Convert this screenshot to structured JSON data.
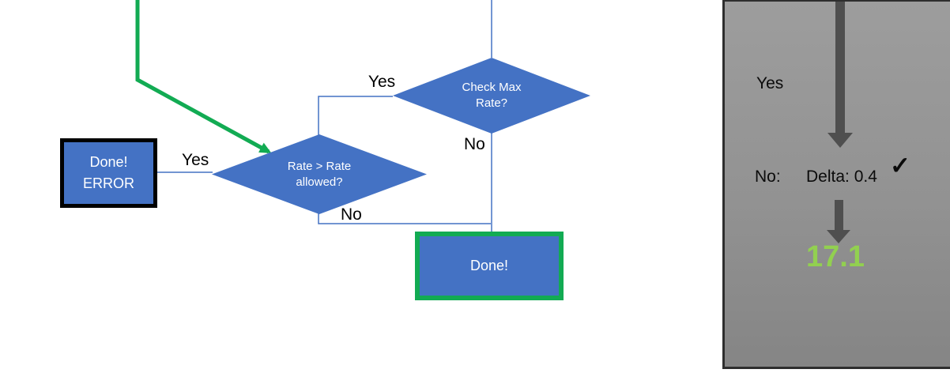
{
  "flowchart": {
    "check_max": {
      "label": "Check Max Rate?",
      "yes": "Yes",
      "no": "No"
    },
    "rate_allowed": {
      "label": "Rate > Rate allowed?",
      "yes": "Yes",
      "no": "No"
    },
    "done_error": {
      "line1": "Done!",
      "line2": "ERROR"
    },
    "done": {
      "label": "Done!"
    }
  },
  "side_panel": {
    "yes_label": "Yes",
    "no_label": "No:",
    "delta_text": "Delta: 0.4",
    "check_glyph": "✓",
    "result_value": "17.1"
  },
  "icons": {
    "green_flow_arrow": "arrow-down-right",
    "panel_arrows": "arrow-down",
    "check": "checkmark"
  },
  "colors": {
    "shape_blue": "#4472C4",
    "accent_green": "#12AB53",
    "result_green": "#92D050",
    "arrow_gray": "#4F4F4F",
    "panel_gray": "#929292",
    "connector_blue": "#4472C4"
  }
}
